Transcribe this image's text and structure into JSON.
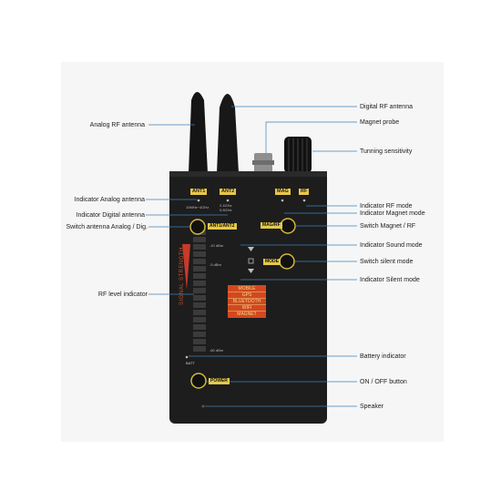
{
  "callouts": {
    "analog_rf_antenna": "Analog RF antenna",
    "digital_rf_antenna": "Digital RF antenna",
    "magnet_probe": "Magnet probe",
    "tuning_sensitivity": "Tunning sensitivity",
    "indicator_analog_antenna": "Indicator Analog antenna",
    "indicator_digital_antenna": "Indicator Digital antenna",
    "switch_antenna": "Switch antenna Analog / Dig.",
    "indicator_rf_mode": "Indicator RF mode",
    "indicator_magnet_mode": "Indicator Magnet mode",
    "switch_magnet_rf": "Switch Magnet / RF",
    "indicator_sound_mode": "Indicator Sound mode",
    "switch_silent_mode": "Switch silent mode",
    "indicator_silent_mode": "Indicator Silent mode",
    "rf_level_indicator": "RF level indicator",
    "battery_indicator": "Battery indicator",
    "on_off_button": "ON / OFF button",
    "speaker": "Speaker"
  },
  "device": {
    "ant1_label": "ANT1",
    "ant2_label": "ANT2",
    "mag_label": "MAG",
    "rf_label": "RF",
    "ant1_range": "10MHz~4GHz",
    "ant2_range": "2.4GHz",
    "ant2_range_2": "5.8GHz",
    "antenna_button": "ANT1/ANT2",
    "mag_rf_button": "MAG/RF",
    "mode_button": "MODE",
    "power_button": "POWER",
    "scale_top": "-10 dBm",
    "scale_mid": "-5 dBm",
    "scale_bottom": "-60 dBm",
    "batt_label": "BATT",
    "signal_strength": "SIGNAL STRENGTH",
    "modes": [
      "MOBILE",
      "GPS",
      "BLUETOOTH",
      "WIFI",
      "MAGNET"
    ]
  },
  "colors": {
    "body": "#1d1d1d",
    "button_label": "#e5c94a",
    "modes_panel": "#d2481f",
    "signal": "#c8522c"
  }
}
